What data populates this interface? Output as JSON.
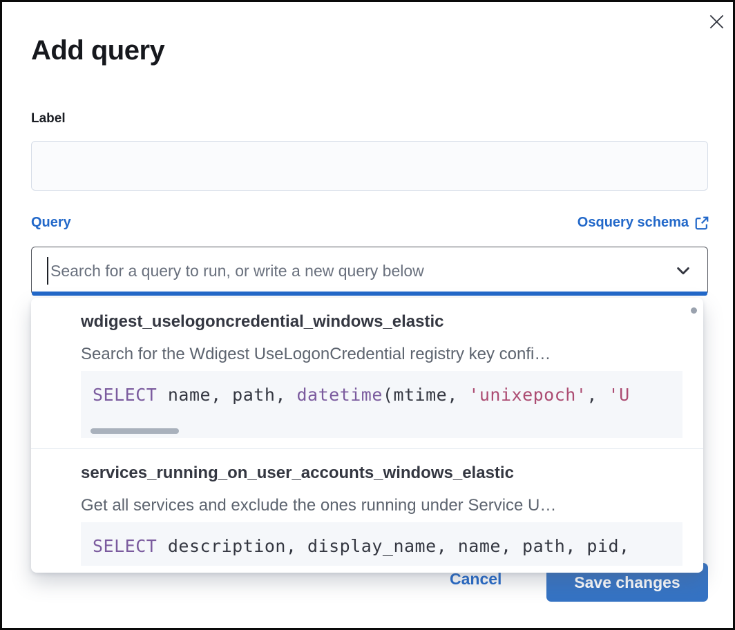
{
  "colors": {
    "primary_blue": "#2268c9",
    "save_button_blue": "#3573c4",
    "code_keyword_purple": "#7b5b9e",
    "code_string_rose": "#ac4c72",
    "code_plain": "#343741",
    "code_background": "#f5f7fa"
  },
  "modal": {
    "title": "Add query"
  },
  "form": {
    "label_field": {
      "label": "Label",
      "value": ""
    },
    "query_field": {
      "label": "Query",
      "schema_link_label": "Osquery schema",
      "placeholder": "Search for a query to run, or write a new query below",
      "value": ""
    }
  },
  "dropdown": {
    "options": [
      {
        "title": "wdigest_uselogoncredential_windows_elastic",
        "description": "Search for the Wdigest UseLogonCredential registry key confi…",
        "code": [
          {
            "t": "SELECT",
            "type": "keyword"
          },
          {
            "t": " name, path, ",
            "type": "plain"
          },
          {
            "t": "datetime",
            "type": "keyword"
          },
          {
            "t": "(mtime, ",
            "type": "plain"
          },
          {
            "t": "'unixepoch'",
            "type": "string"
          },
          {
            "t": ", ",
            "type": "plain"
          },
          {
            "t": "'U",
            "type": "string"
          }
        ]
      },
      {
        "title": "services_running_on_user_accounts_windows_elastic",
        "description": "Get all services and exclude the ones running under Service U…",
        "code": [
          {
            "t": "SELECT",
            "type": "keyword"
          },
          {
            "t": " description, display_name, name, path, pid,",
            "type": "plain"
          }
        ]
      }
    ]
  },
  "footer": {
    "cancel_label": "Cancel",
    "save_label": "Save changes"
  }
}
